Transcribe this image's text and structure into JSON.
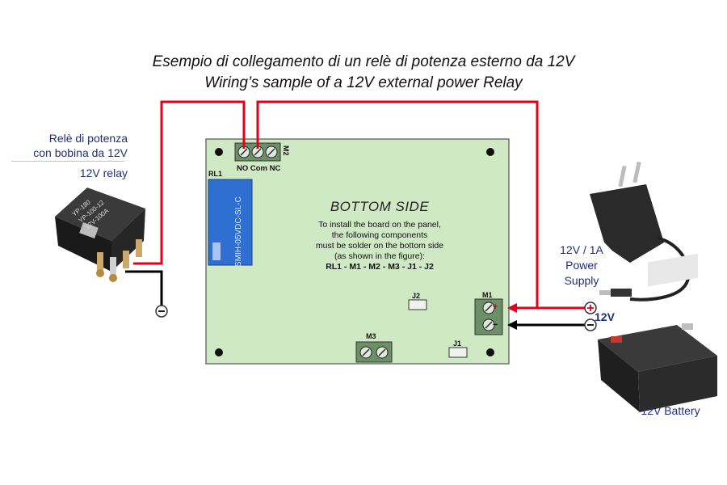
{
  "title": {
    "line1": "Esempio di collegamento di un relè di potenza  esterno da 12V",
    "line2": "Wiring’s sample of a 12V external power Relay"
  },
  "relay": {
    "label_line1": "Relè di potenza",
    "label_line2": "con bobina da 12V",
    "label_en": "12V relay",
    "print_line1": "YP-180",
    "print_line2": "YP-100-12",
    "print_line3": "12V-100A"
  },
  "board": {
    "heading": "BOTTOM SIDE",
    "instructions": [
      "To install the board on the panel,",
      "the following components",
      "must be solder on the bottom side",
      "(as shown in the figure):"
    ],
    "components": "RL1 - M1 - M2 - M3 - J1 - J2",
    "rl1_label": "RL1",
    "rl1_part": "SMIH-05VDC-SL-C",
    "m2_label": "M2",
    "m2_terminals": "NO Com NC",
    "m1_label": "M1",
    "m3_label": "M3",
    "j1_label": "J1",
    "j2_label": "J2"
  },
  "power_supply": {
    "line1": "12V / 1A",
    "line2": "Power",
    "line3": "Supply"
  },
  "voltage_label": "12V",
  "plus_symbol": "+",
  "minus_symbol": "−",
  "battery": {
    "label": "12V Battery"
  },
  "colors": {
    "wire_positive": "#e3001b",
    "wire_negative": "#000000",
    "pcb": "#cfe9c4",
    "relay_blue": "#2f6fd1",
    "label_blue": "#1f2f7a"
  }
}
